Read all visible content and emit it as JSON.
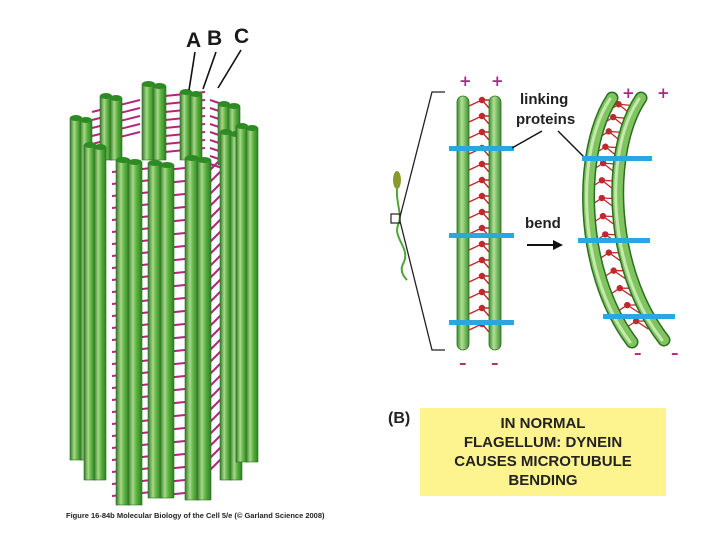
{
  "labels": {
    "A": "A",
    "B": "B",
    "C": "C",
    "linking_proteins_line1": "linking",
    "linking_proteins_line2": "proteins",
    "bend": "bend",
    "plus": "+",
    "minus": "–"
  },
  "panel_label": "(B)",
  "caption_box": "IN NORMAL\nFLAGELLUM: DYNEIN\nCAUSES MICROTUBULE\nBENDING",
  "figure_caption": "Figure 16-84b  Molecular Biology of the Cell 5/e (© Garland Science 2008)",
  "colors": {
    "tubule_green": "#4ea636",
    "tubule_light": "#a8d889",
    "tubule_dark": "#2e7d24",
    "linker_magenta": "#b0267e",
    "dynein_red": "#c0282c",
    "band_blue": "#2aa7e0",
    "caption_yellow": "#fdf48f"
  }
}
